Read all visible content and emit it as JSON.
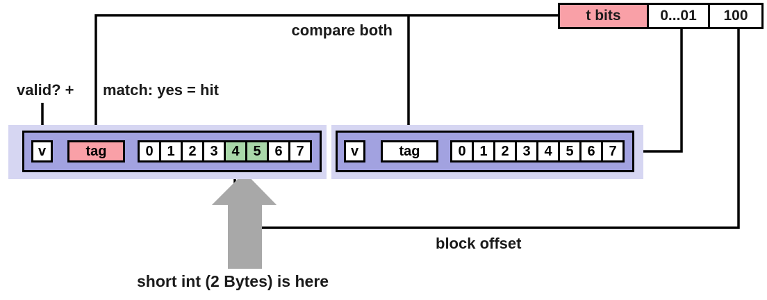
{
  "annotations": {
    "compare_both": "compare both",
    "valid_check": "valid?  +",
    "match_check": "match: yes = hit",
    "block_offset": "block offset",
    "short_int_note": "short int (2 Bytes) is here"
  },
  "address": {
    "fields": [
      {
        "label": "t bits",
        "highlight": true
      },
      {
        "label": "0...01",
        "highlight": false
      },
      {
        "label": "100",
        "highlight": false
      }
    ]
  },
  "cache_lines": [
    {
      "valid_label": "v",
      "tag_label": "tag",
      "tag_highlight": true,
      "bytes": [
        "0",
        "1",
        "2",
        "3",
        "4",
        "5",
        "6",
        "7"
      ],
      "highlighted_bytes": [
        4,
        5
      ]
    },
    {
      "valid_label": "v",
      "tag_label": "tag",
      "tag_highlight": false,
      "bytes": [
        "0",
        "1",
        "2",
        "3",
        "4",
        "5",
        "6",
        "7"
      ],
      "highlighted_bytes": []
    }
  ],
  "colors": {
    "pink": "#F9A0A7",
    "lavender": "#D6D6F2",
    "purple": "#A2A2E0",
    "green": "#A9D8A9",
    "gray": "#A8A8A8",
    "line": "#000000"
  }
}
